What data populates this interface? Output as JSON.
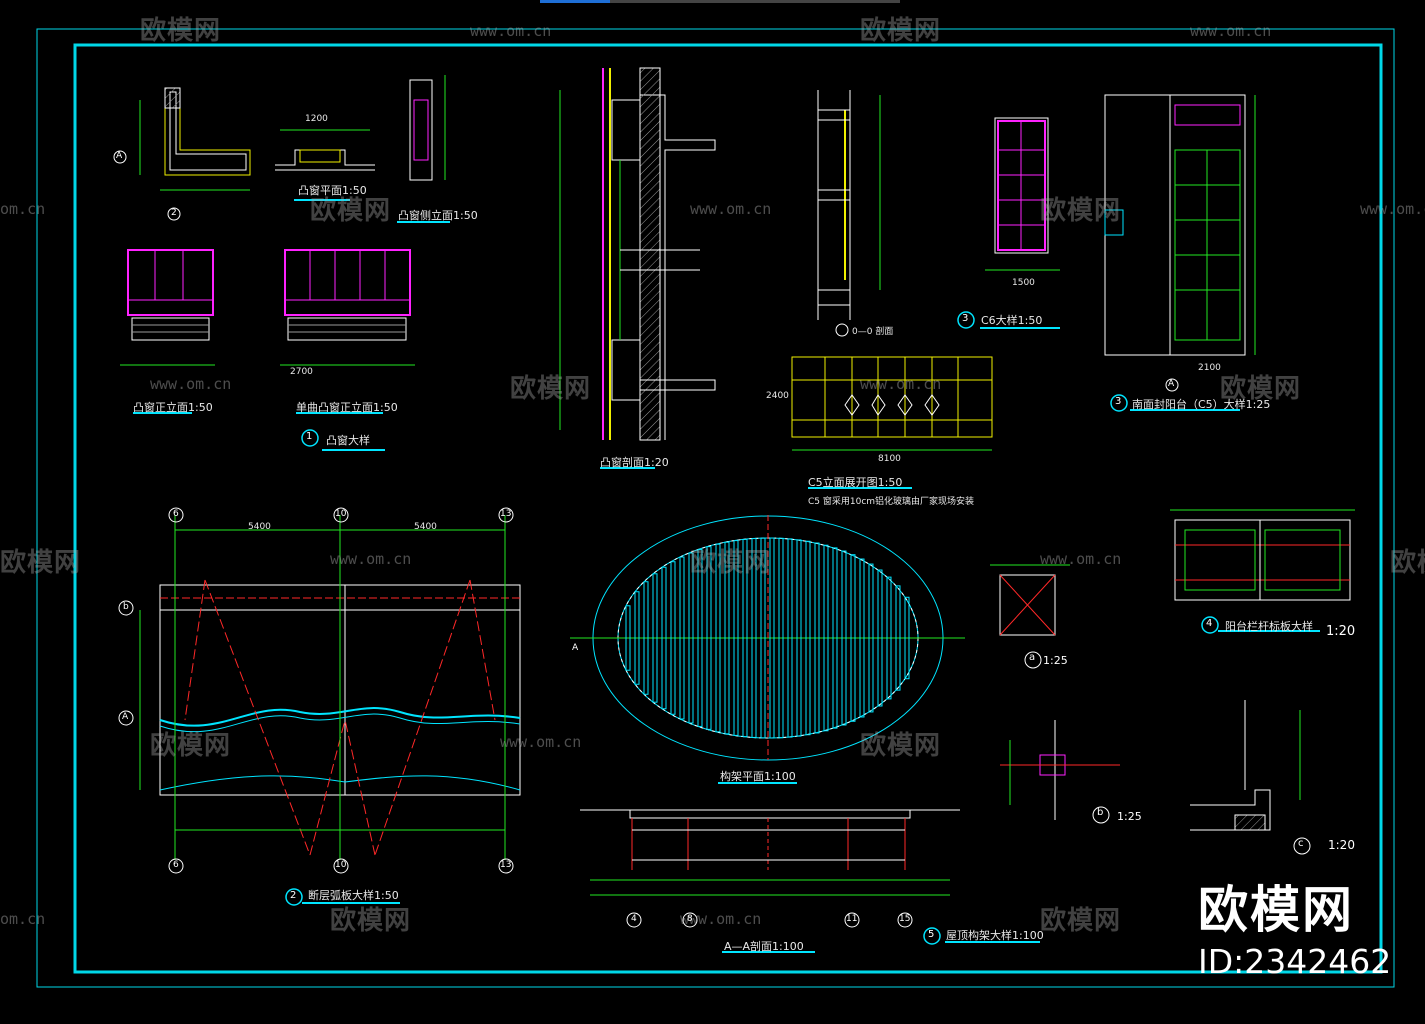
{
  "watermark": {
    "cn": "欧模网",
    "url": "www.om.cn",
    "url_short": "om.cn"
  },
  "brand": {
    "name": "欧模网",
    "id_label": "ID:2342462"
  },
  "titles": {
    "bay_window_plan": "凸窗平面1:50",
    "bay_window_side": "凸窗侧立面1:50",
    "bay_window_front": "凸窗正立面1:50",
    "single_bay_front": "单曲凸窗正立面1:50",
    "bay_window_detail": "凸窗大样",
    "bay_window_section": "凸窗剖面1:20",
    "section_00": "0—0 剖面",
    "c6_detail": "C6大样1:50",
    "south_balcony": "南面封阳台（C5）大样1:25",
    "c5_elevation": "C5立面展开图1:50",
    "c5_note": "C5 窗采用10cm铝化玻璃由厂家现场安装",
    "frame_plan": "构架平面1:100",
    "railing_detail": "阳台栏杆标板大样",
    "railing_scale": "1:20",
    "arc_slab": "断层弧板大样1:50",
    "aa_section": "A—A剖面1:100",
    "roof_frame": "屋顶构架大样1:100",
    "a_scale": "1:25",
    "b_scale": "1:25",
    "c_scale": "1:20"
  },
  "circles": {
    "n1": "1",
    "n2": "2",
    "n3a": "3",
    "n3b": "3",
    "n4": "4",
    "n5": "5",
    "a": "a",
    "b": "b",
    "c": "c",
    "g6a": "6",
    "g6b": "6",
    "g10a": "10",
    "g10b": "10",
    "g13a": "13",
    "g13b": "13",
    "gBa": "b",
    "gA": "A",
    "g4": "4",
    "g8": "8",
    "g11": "11",
    "g15": "15",
    "g2": "2",
    "gA2": "A",
    "gA3": "A",
    "gA4": "A"
  },
  "dims": {
    "d5400a": "5400",
    "d5400b": "5400",
    "d2700": "2700",
    "d8100": "8100",
    "d2400": "2400",
    "d1500": "1500",
    "d2100": "2100",
    "d1200": "1200"
  },
  "colors": {
    "frame": "#00d8e8",
    "cyan": "#00e5ff",
    "green": "#22e822",
    "yellow": "#f0f000",
    "magenta": "#ff22ff",
    "red": "#ff2828",
    "white": "#ffffff",
    "gray": "#9a9a9a"
  }
}
